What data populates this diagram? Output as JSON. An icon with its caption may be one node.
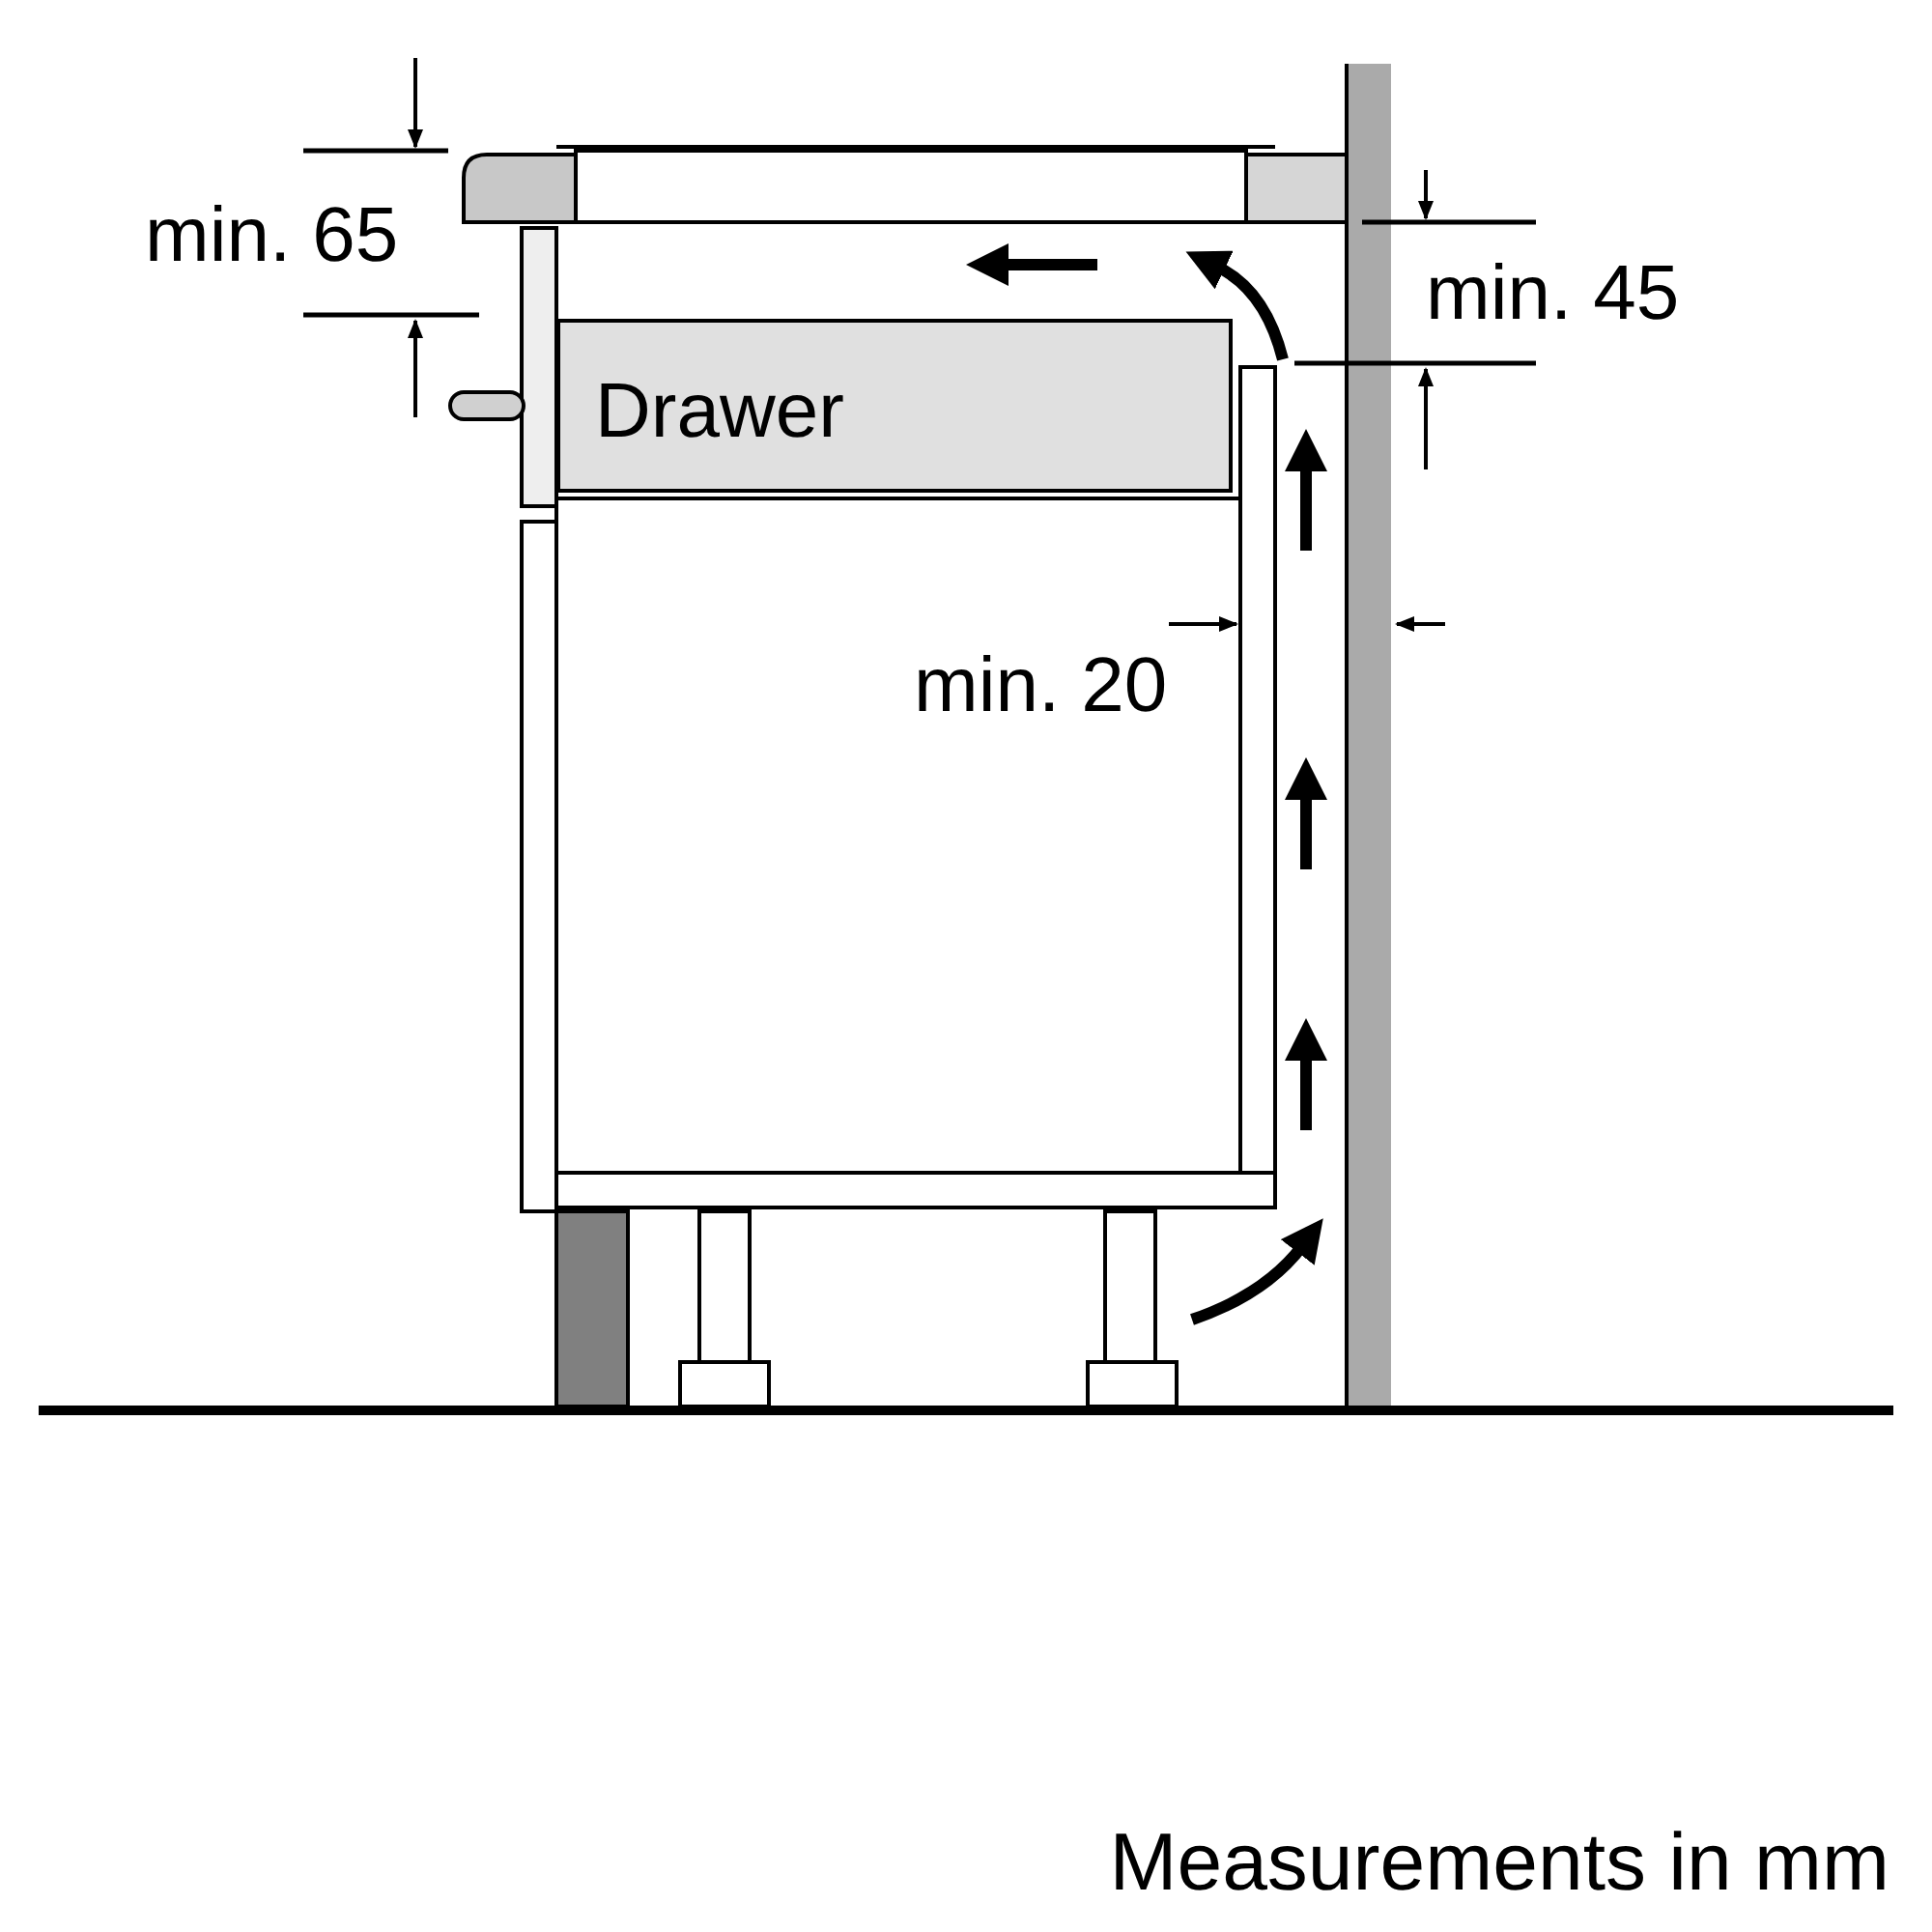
{
  "diagram": {
    "caption": "Measurements in mm",
    "nodes": [
      {
        "text": [
          "Drawer"
        ]
      }
    ],
    "labels": [
      "min. 65",
      "min. 45",
      "min. 20"
    ]
  }
}
